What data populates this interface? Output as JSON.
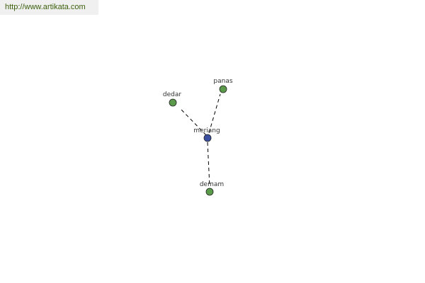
{
  "header": {
    "url": "http://www.artikata.com"
  },
  "colors": {
    "url_text": "#3a5f0b",
    "center_node": "#3b4fa0",
    "leaf_node": "#5a9a4a",
    "label_text": "#333333",
    "edge": "#000000"
  },
  "graph": {
    "center": {
      "id": "meriang",
      "label": "meriang"
    },
    "nodes": [
      {
        "id": "dedar",
        "label": "dedar"
      },
      {
        "id": "panas",
        "label": "panas"
      },
      {
        "id": "demam",
        "label": "demam"
      }
    ],
    "edges": [
      {
        "from": "meriang",
        "to": "dedar"
      },
      {
        "from": "meriang",
        "to": "panas"
      },
      {
        "from": "meriang",
        "to": "demam"
      }
    ]
  }
}
